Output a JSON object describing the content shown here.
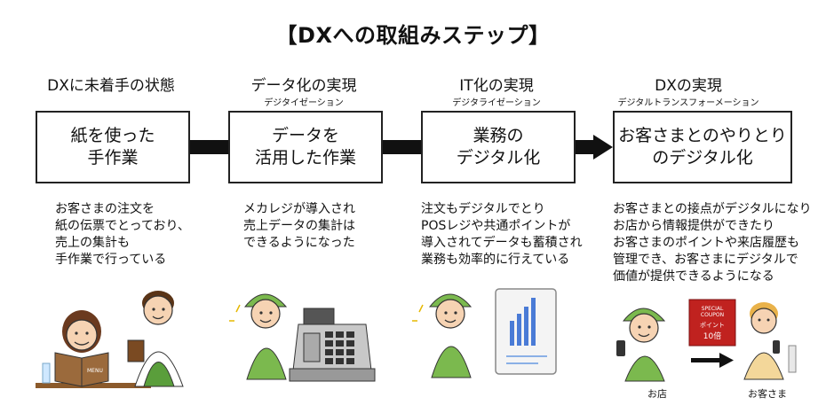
{
  "title": "【DXへの取組みステップ】",
  "steps": [
    {
      "stage": "DXに未着手の状態",
      "ruby": "",
      "box": "紙を使った\n手作業",
      "desc": "お客さまの注文を\n紙の伝票でとっており、\n売上の集計も\n手作業で行っている"
    },
    {
      "stage": "データ化の実現",
      "ruby": "デジタイゼーション",
      "box": "データを\n活用した作業",
      "desc": "メカレジが導入され\n売上データの集計は\nできるようになった"
    },
    {
      "stage": "IT化の実現",
      "ruby": "デジタライゼーション",
      "box": "業務の\nデジタル化",
      "desc": "注文もデジタルでとり\nPOSレジや共通ポイントが\n導入されてデータも蓄積され\n業務も効率的に行えている"
    },
    {
      "stage": "DXの実現",
      "ruby": "デジタルトランスフォーメーション",
      "box": "お客さまとのやりとり\nのデジタル化",
      "desc": "お客さまとの接点がデジタルになり\nお店から情報提供ができたり\nお客さまのポイントや来店履歴も\n管理でき、お客さまにデジタルで\n価値が提供できるようになる"
    }
  ],
  "coupon": {
    "line1": "SPECIAL",
    "line2": "COUPON",
    "line3": "ポイント",
    "line4": "10倍"
  },
  "labels": {
    "shop": "お店",
    "customer": "お客さま"
  },
  "menu_text": "MENU"
}
